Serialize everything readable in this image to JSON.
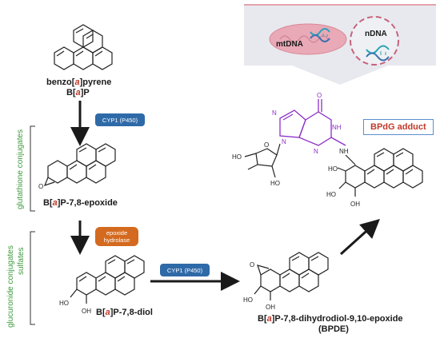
{
  "compounds": {
    "bap_name_pre": "benzo[",
    "bap_name_a": "a",
    "bap_name_post": "]pyrene",
    "bap_abbr_pre": "B[",
    "bap_abbr_a": "a",
    "bap_abbr_post": "]P",
    "epoxide_pre": "B[",
    "epoxide_a": "a",
    "epoxide_post": "]P-7,8-epoxide",
    "diol_pre": "B[",
    "diol_a": "a",
    "diol_post": "]P-7,8-diol",
    "bpde_pre": "B[",
    "bpde_a": "a",
    "bpde_post": "]P-7,8-dihydrodiol-9,10-epoxide",
    "bpde_abbr": "(BPDE)"
  },
  "enzymes": {
    "cyp1_top": "CYP1 (P450)",
    "epoxide_hydrolase": "epoxide hydrolase",
    "cyp1_bottom": "CYP1 (P450)"
  },
  "conjugates": {
    "glutathione": "glutathione conjugates",
    "glucuronide": "glucuronide conjugates",
    "sulfates": "sulfates"
  },
  "dna_panel": {
    "mtdna": "mtDNA",
    "ndna": "nDNA"
  },
  "adduct": {
    "label": "BPdG adduct"
  },
  "atoms": {
    "O": "O",
    "N": "N",
    "NH": "NH",
    "HO": "HO",
    "OH": "OH"
  },
  "colors": {
    "arrow": "#1a1a1a",
    "enzyme_blue": "#2f6aa8",
    "enzyme_orange": "#d46a1f",
    "conjugate_green": "#3e9a3e",
    "highlight_red": "#c0392b",
    "atom_purple": "#8b2fc9",
    "mito_pink": "#e6a6b4",
    "nucleus_dash": "#c7647e",
    "panel_fill": "#e8e9ee",
    "panel_border": "#e3a3ad",
    "adduct_border": "#5b8fd0"
  }
}
